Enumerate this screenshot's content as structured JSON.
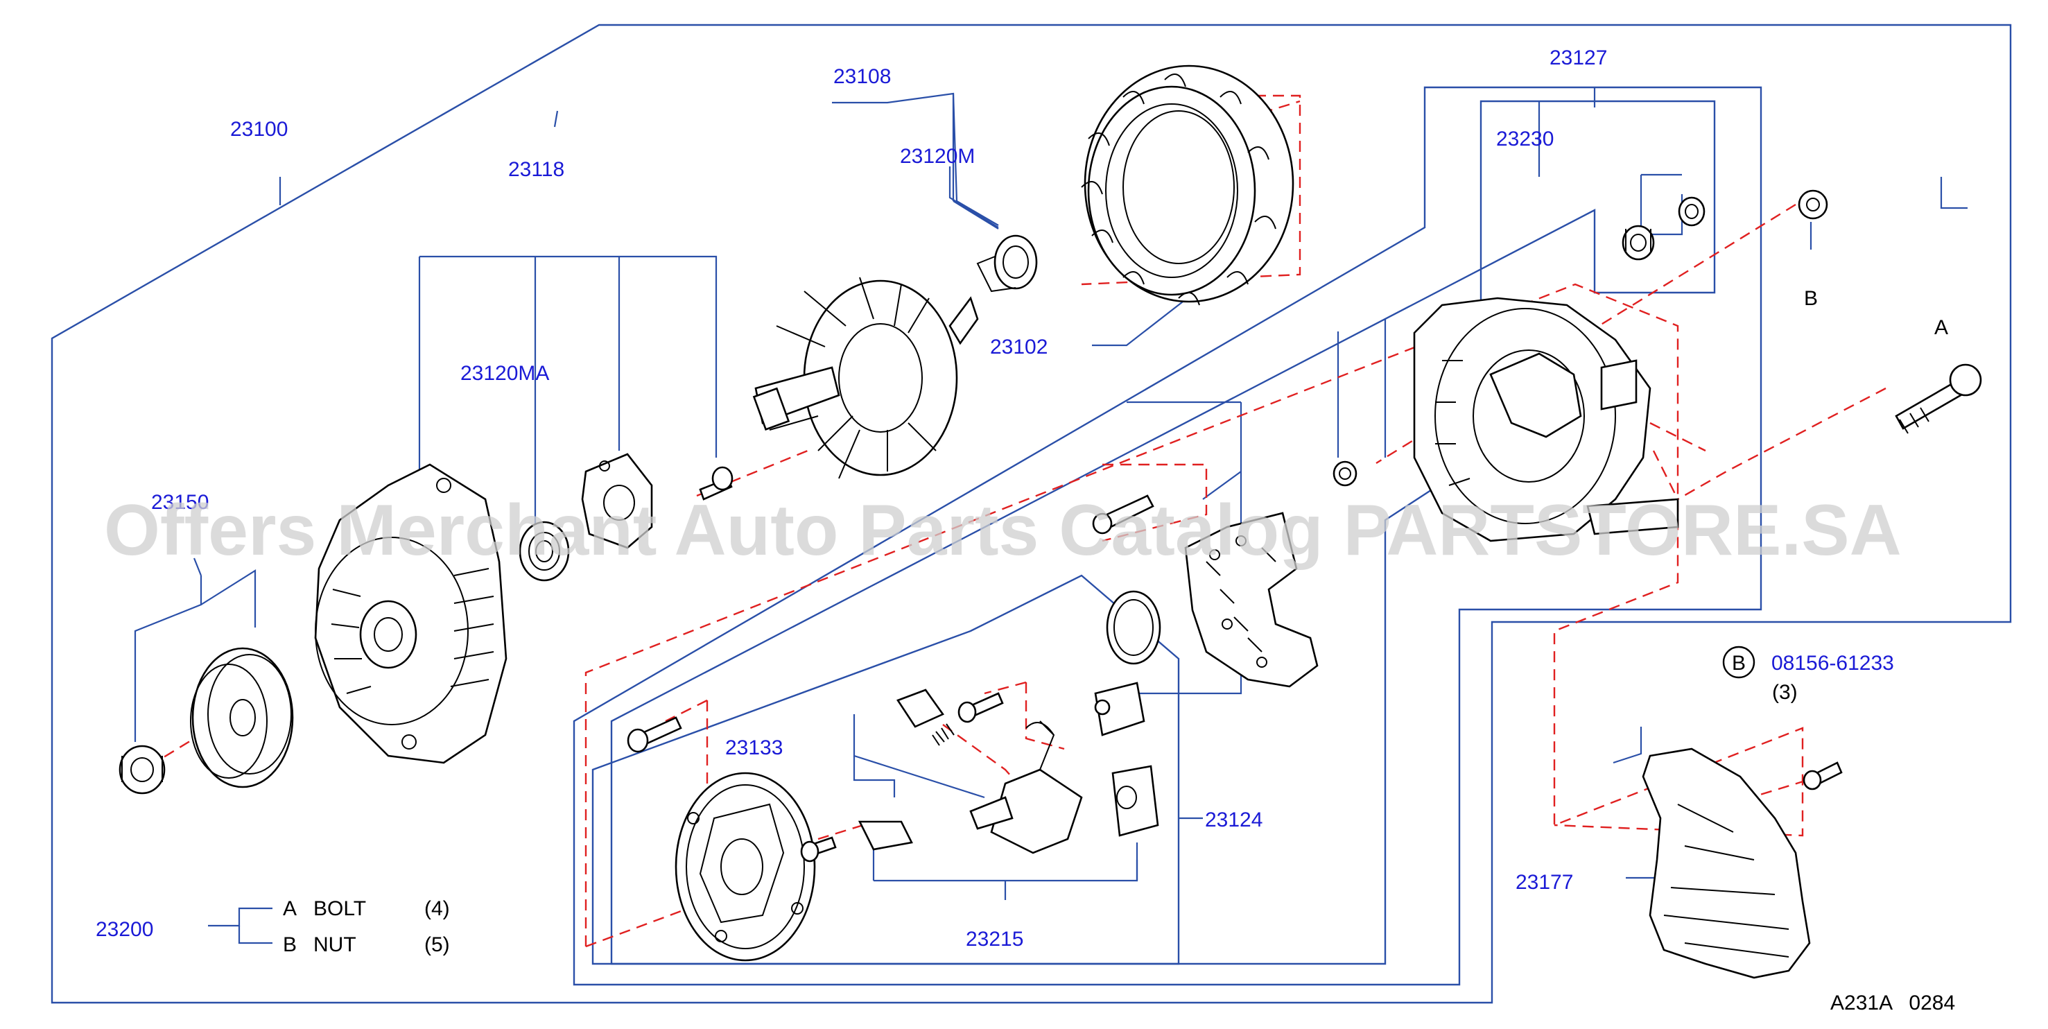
{
  "labels": {
    "p23100": "23100",
    "p23118": "23118",
    "p23108": "23108",
    "p23120m": "23120M",
    "p23102": "23102",
    "p23127": "23127",
    "p23230": "23230",
    "p23120ma": "23120MA",
    "p23150": "23150",
    "p23133": "23133",
    "p23124": "23124",
    "p23215": "23215",
    "p23177": "23177",
    "p23200": "23200",
    "callout_a": "A",
    "callout_b": "B",
    "b_part_number": "08156-61233",
    "b_qty": "(3)"
  },
  "legend": {
    "row_a": {
      "key": "A",
      "name": "BOLT",
      "qty": "(4)"
    },
    "row_b": {
      "key": "B",
      "name": "NUT",
      "qty": "(5)"
    }
  },
  "drawing_code": "A231A   0284",
  "watermark": "Offers Merchant Auto Parts Catalog PARTSTORE.SA",
  "colors": {
    "label_blue": "#1a1ad6",
    "frame_blue": "#2a4fa8",
    "phantom_red": "#e02020",
    "watermark_gray": "#cfcfcf"
  }
}
